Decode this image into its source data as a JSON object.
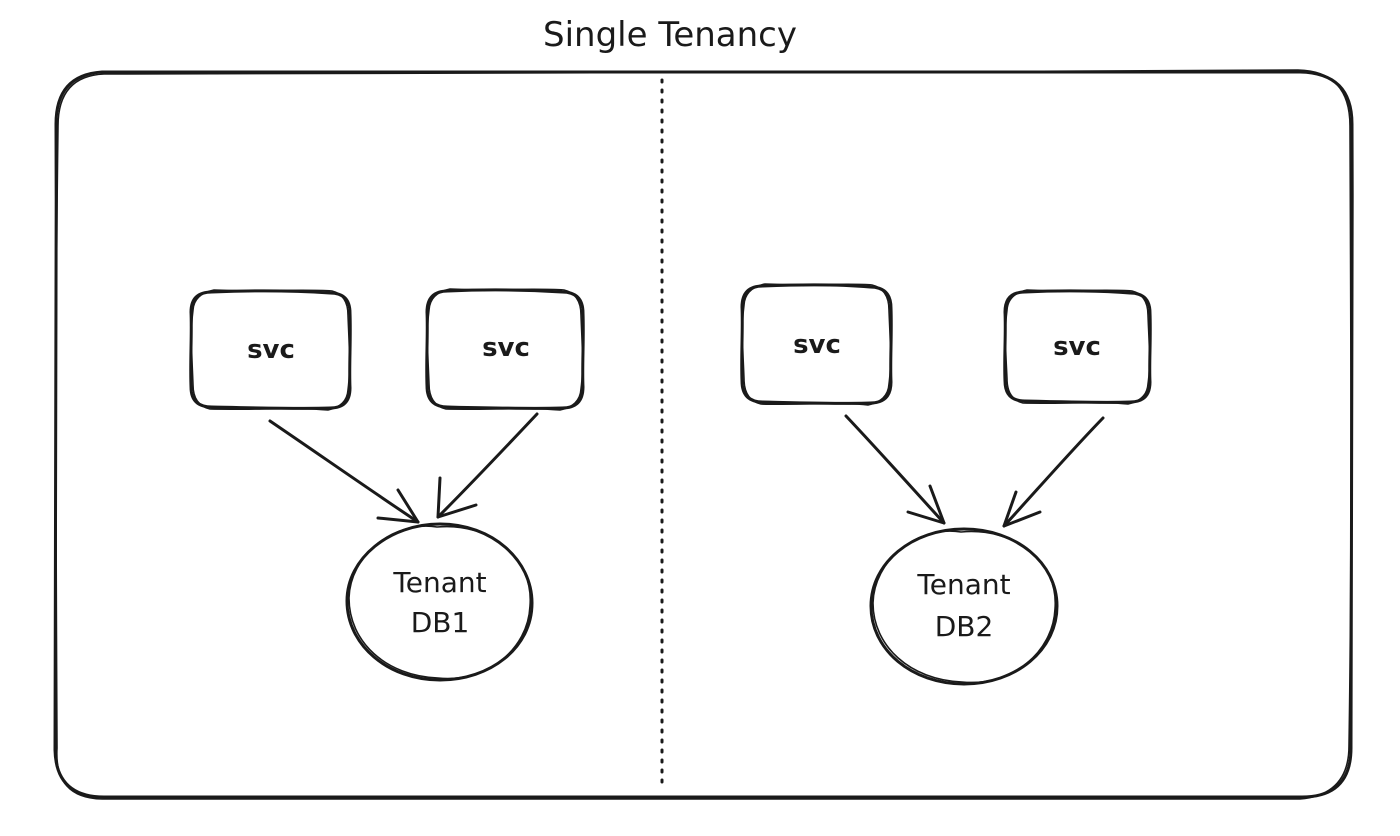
{
  "title": "Single Tenancy",
  "partitions": [
    {
      "services": [
        {
          "label": "svc"
        },
        {
          "label": "svc"
        }
      ],
      "database": {
        "line1": "Tenant",
        "line2": "DB1"
      }
    },
    {
      "services": [
        {
          "label": "svc"
        },
        {
          "label": "svc"
        }
      ],
      "database": {
        "line1": "Tenant",
        "line2": "DB2"
      }
    }
  ]
}
